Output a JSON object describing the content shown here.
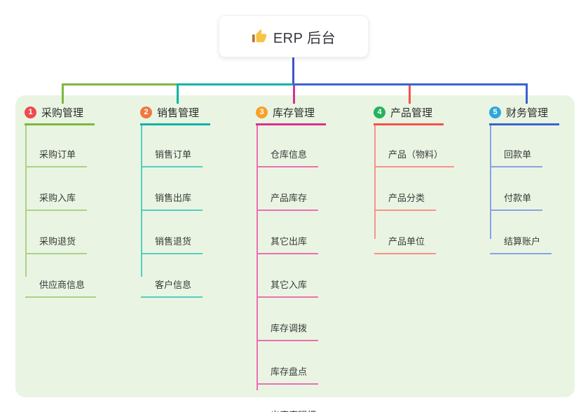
{
  "root": {
    "label": "ERP 后台",
    "icon": "thumbs-up-icon"
  },
  "colors": {
    "canvas_background": "#ffffff",
    "panel_background": "#e9f5e2",
    "stem": "#4254ca",
    "root_text": "#33363b",
    "title_text": "#2c2c2c",
    "child_text": "#3a3a3a"
  },
  "branches": [
    {
      "index": "1",
      "label": "采购管理",
      "badge_color": "#ee4a4e",
      "line_color": "#7eb83f",
      "child_line_color": "#aad387",
      "children": [
        "采购订单",
        "采购入库",
        "采购退货",
        "供应商信息"
      ]
    },
    {
      "index": "2",
      "label": "销售管理",
      "badge_color": "#ef7942",
      "line_color": "#0cb3a7",
      "child_line_color": "#57ccc1",
      "children": [
        "销售订单",
        "销售出库",
        "销售退货",
        "客户信息"
      ]
    },
    {
      "index": "3",
      "label": "库存管理",
      "badge_color": "#f6a12b",
      "line_color": "#d93090",
      "child_line_color": "#ee6eb2",
      "children": [
        "仓库信息",
        "产品库存",
        "其它出库",
        "其它入库",
        "库存调拨",
        "库存盘点",
        "出库库明细"
      ]
    },
    {
      "index": "4",
      "label": "产品管理",
      "badge_color": "#25b25c",
      "line_color": "#f5524b",
      "child_line_color": "#f9918b",
      "children": [
        "产品（物料）",
        "产品分类",
        "产品单位"
      ]
    },
    {
      "index": "5",
      "label": "财务管理",
      "badge_color": "#2ea6de",
      "line_color": "#3b62d2",
      "child_line_color": "#8ba2e6",
      "children": [
        "回款单",
        "付款单",
        "结算账户"
      ]
    }
  ]
}
